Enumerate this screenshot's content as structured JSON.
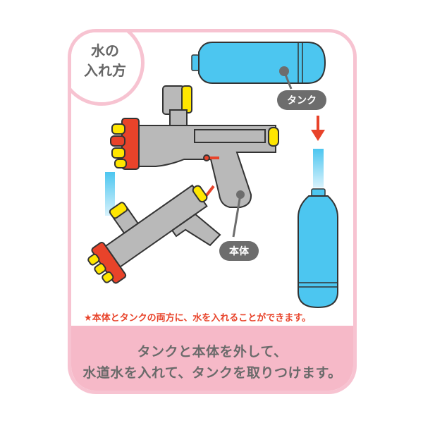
{
  "title": {
    "line1": "水の",
    "line2": "入れ方"
  },
  "labels": {
    "tank": "タンク",
    "body": "本体"
  },
  "note": "★本体とタンクの両方に、水を入れることができます。",
  "footer": {
    "line1": "タンクと本体を外して、",
    "line2": "水道水を入れて、タンクを取りつけます。"
  },
  "colors": {
    "border_pink": "#f7c3d1",
    "footer_pink": "#f6b9c8",
    "tank_blue": "#4cc6f0",
    "gun_gray": "#b9b9b9",
    "accent_red": "#e8432a",
    "accent_yellow": "#ffe600",
    "label_gray": "#6d6d6d"
  }
}
